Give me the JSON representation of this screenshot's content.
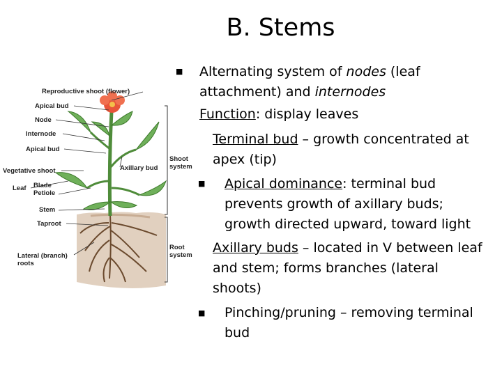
{
  "title": "B. Stems",
  "bullets": {
    "b1": {
      "line1_a": "Alternating system of ",
      "line1_em": "nodes",
      "line1_b": " (leaf",
      "line2_a": "attachment) and ",
      "line2_em": "internodes"
    },
    "function": {
      "label": "Function",
      "rest": ": display leaves"
    },
    "terminal": {
      "term": "Terminal bud",
      "rest": " – growth concentrated at",
      "line2": "apex (tip)"
    },
    "apical": {
      "term": "Apical dominance",
      "rest": ": terminal bud",
      "line2": "prevents growth of axillary buds;",
      "line3": "growth directed upward, toward light"
    },
    "axillary": {
      "term": "Axillary buds",
      "rest": " – located in V between leaf",
      "line2": "and stem; forms branches (lateral",
      "line3": "shoots)"
    },
    "pinching": {
      "line1": "Pinching/pruning – removing terminal",
      "line2": "bud"
    }
  },
  "figure": {
    "labels": {
      "reproductive_shoot": "Reproductive shoot (flower)",
      "apical_bud_top": "Apical bud",
      "node": "Node",
      "internode": "Internode",
      "apical_bud": "Apical bud",
      "vegetative_shoot": "Vegetative shoot",
      "leaf": "Leaf",
      "blade": "Blade",
      "petiole": "Petiole",
      "stem": "Stem",
      "taproot": "Taproot",
      "lateral_roots_1": "Lateral (branch)",
      "lateral_roots_2": "roots",
      "axillary_bud": "Axillary bud",
      "shoot_system_1": "Shoot",
      "shoot_system_2": "system",
      "root_system_1": "Root",
      "root_system_2": "system"
    }
  }
}
